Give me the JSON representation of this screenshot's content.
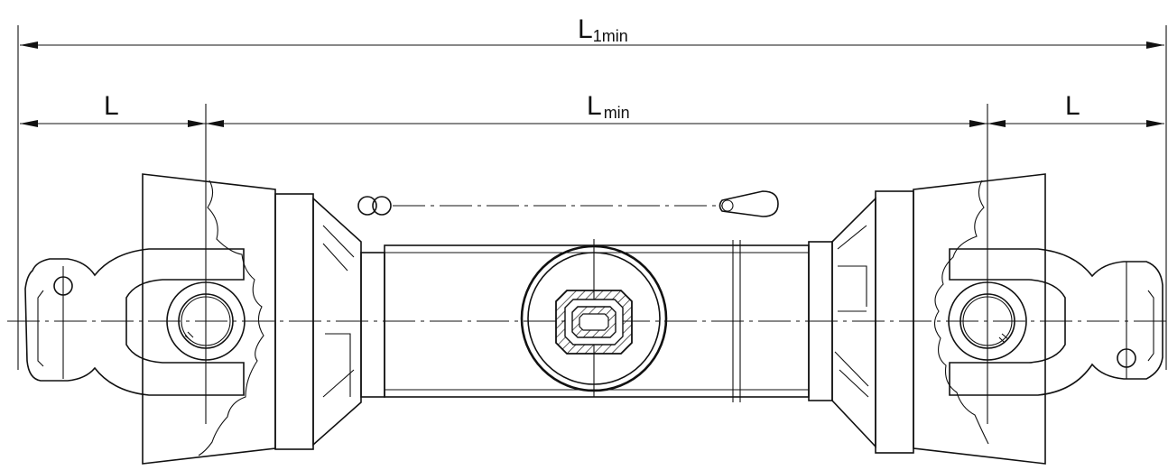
{
  "dimensions": {
    "overall": {
      "main": "L",
      "sub": "1min"
    },
    "left_end": {
      "main": "L"
    },
    "middle": {
      "main": "L",
      "sub": "min"
    },
    "right_end": {
      "main": "L"
    }
  },
  "colors": {
    "line": "#111111",
    "background": "#ffffff"
  }
}
